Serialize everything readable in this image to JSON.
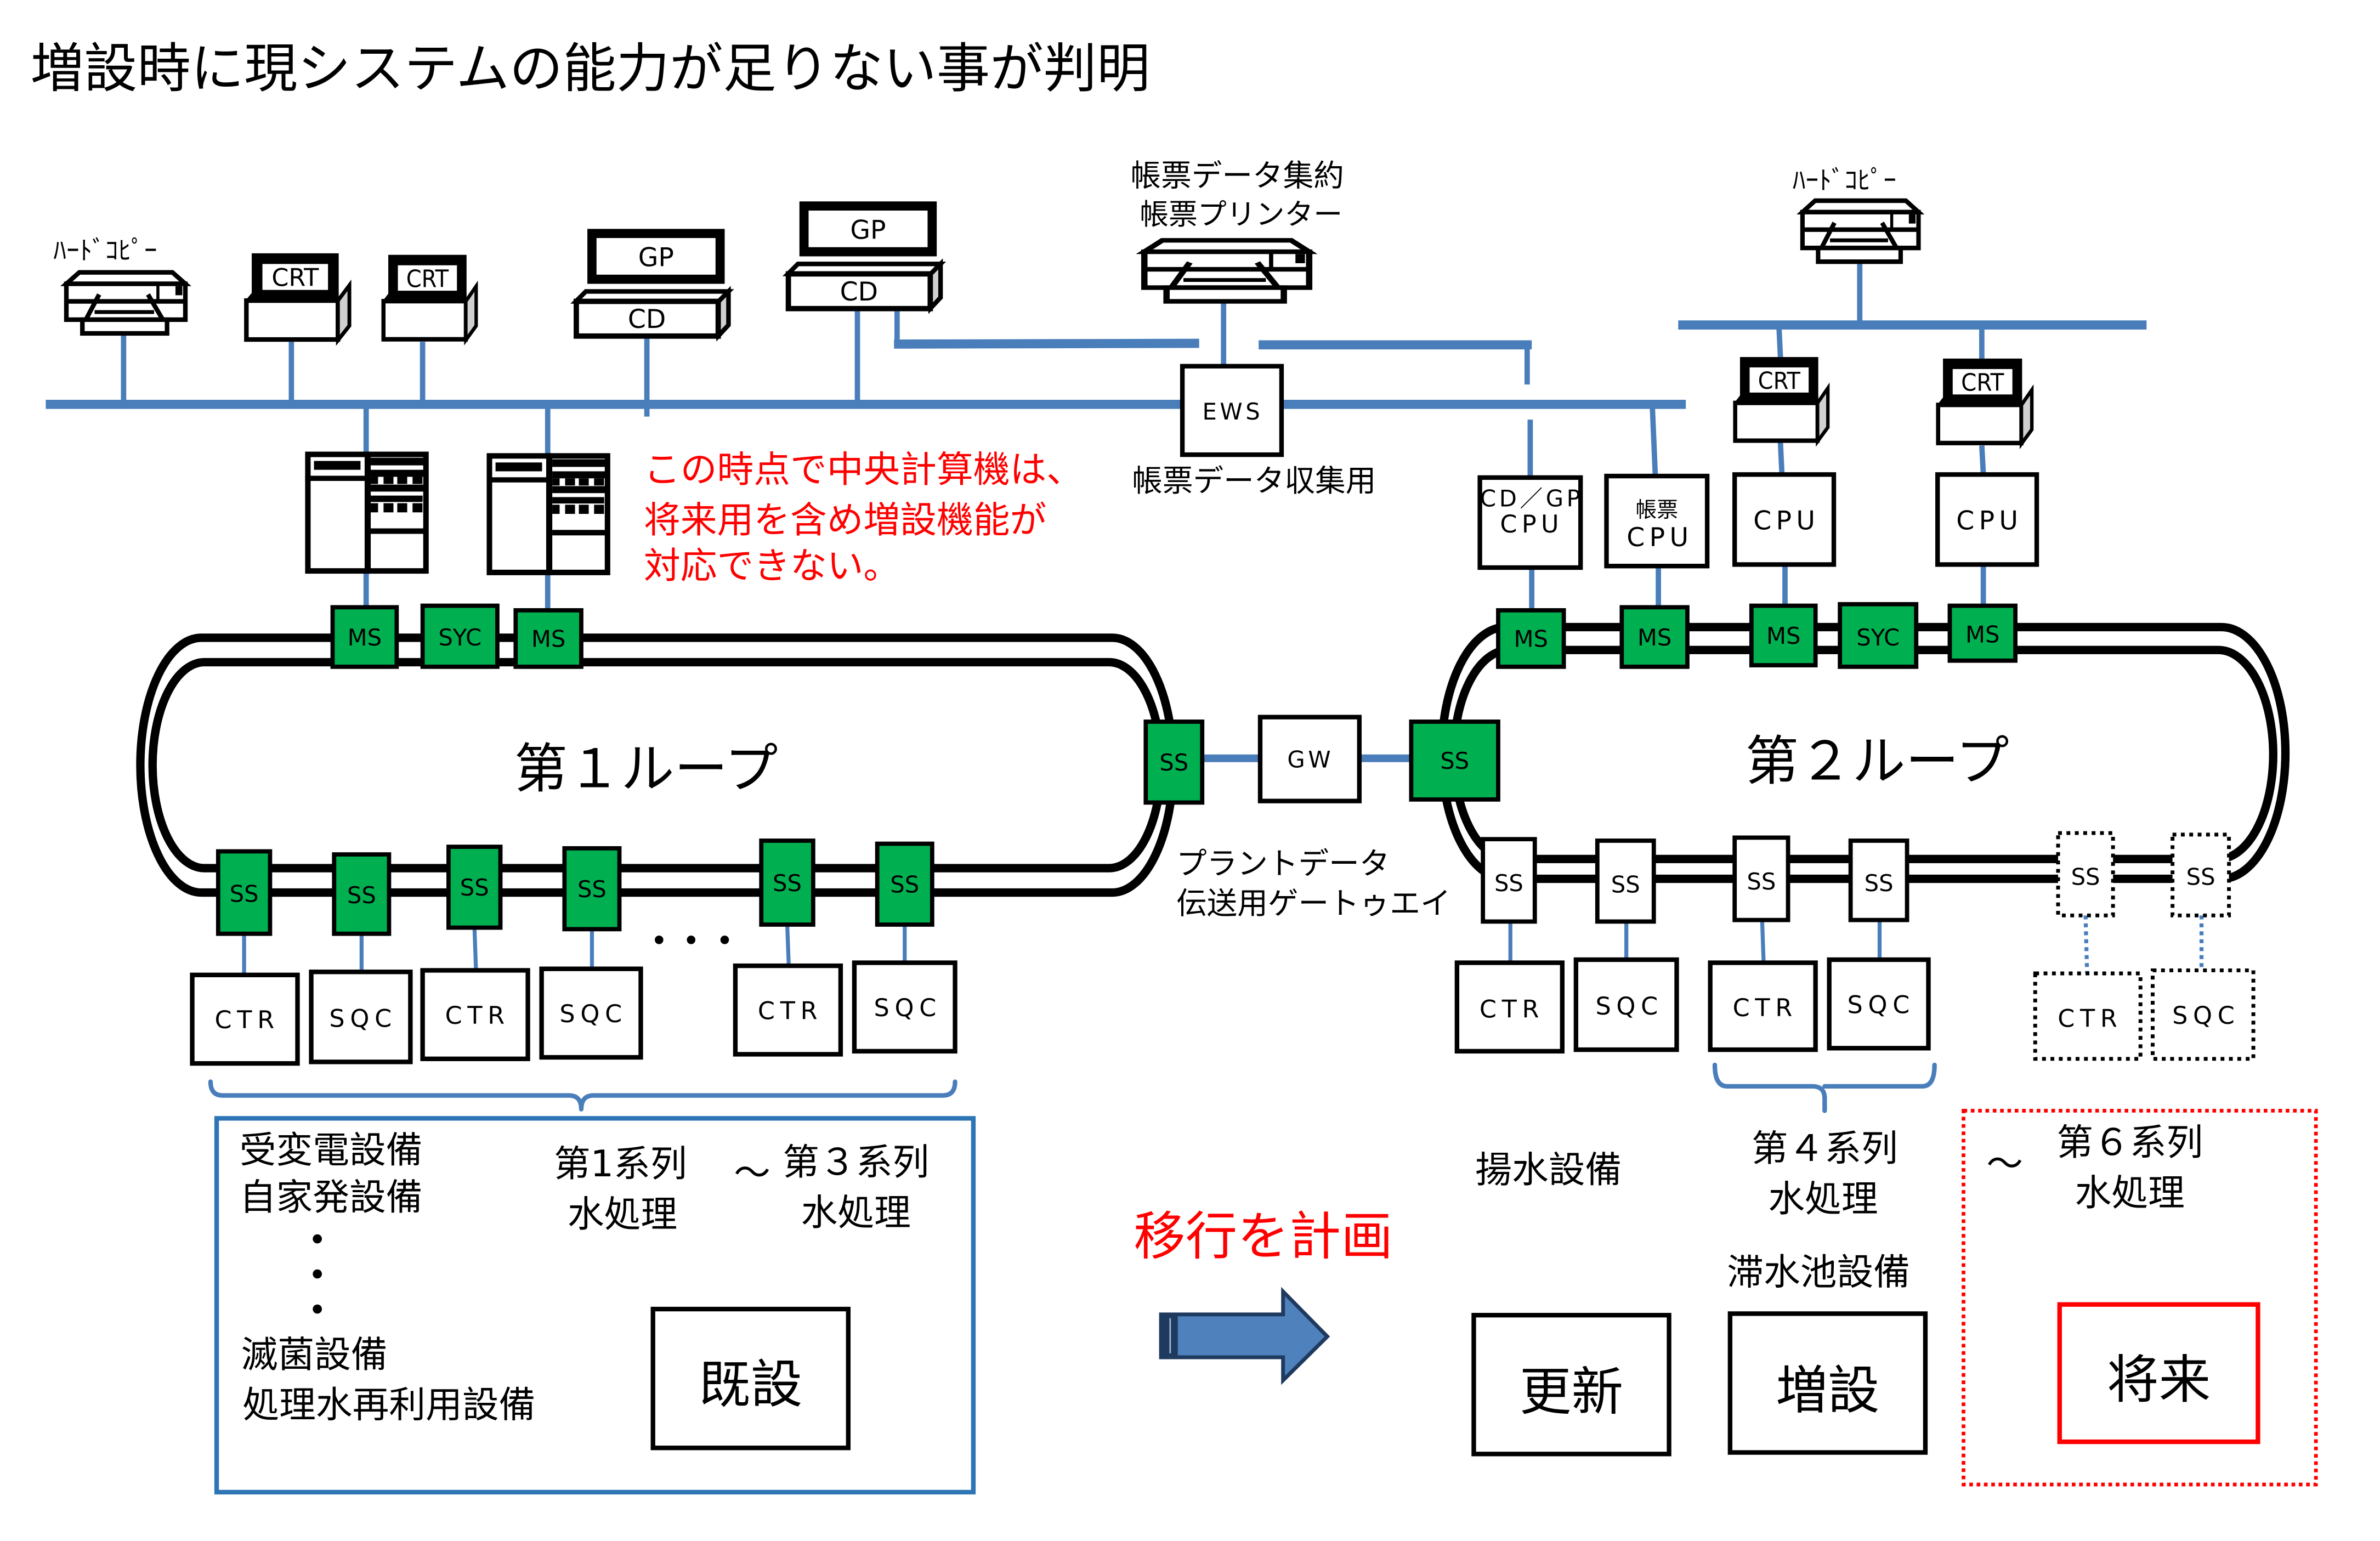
{
  "slide_title": "増設時に現システムの能力が足りない事が判明",
  "colors": {
    "network_line": "#4a7ebb",
    "station_green": "#00b050",
    "alert_red": "#ff0000",
    "existing_frame_blue": "#2e75b6",
    "arrow_fill": "#4f81bd",
    "arrow_outline": "#1f3a5f"
  },
  "upper_network_1": {
    "hard_copy_label": "ﾊｰﾄﾞｺﾋﾟｰ",
    "crt_terminals": [
      "CRT",
      "CRT"
    ],
    "workstations": [
      {
        "monitor": "GP",
        "console": "CD"
      },
      {
        "monitor": "GP",
        "console": "CD"
      }
    ]
  },
  "report_system": {
    "caption_line1": "帳票データ集約",
    "caption_line2": "帳票プリンター",
    "ews_label": "EWS",
    "ews_caption": "帳票データ収集用"
  },
  "upper_network_2": {
    "hard_copy_label": "ﾊｰﾄﾞｺﾋﾟｰ",
    "crt_terminals": [
      "CRT",
      "CRT"
    ],
    "cpus": [
      {
        "top": "CD／GP",
        "bottom": "CPU"
      },
      {
        "top": "帳票",
        "bottom": "CPU"
      },
      {
        "bottom": "CPU"
      },
      {
        "bottom": "CPU"
      }
    ]
  },
  "central_computer_note": {
    "lines": [
      "この時点で中央計算機は、",
      "将来用を含め増設機能が",
      "対応できない。"
    ]
  },
  "loop1": {
    "label": "第１ループ",
    "top_stations": [
      "MS",
      "SYC",
      "MS"
    ],
    "gateway_station": "SS",
    "bottom_stations": [
      {
        "station": "SS",
        "device": "CTR"
      },
      {
        "station": "SS",
        "device": "SQC"
      },
      {
        "station": "SS",
        "device": "CTR"
      },
      {
        "station": "SS",
        "device": "SQC"
      },
      {
        "station": "SS",
        "device": "CTR"
      },
      {
        "station": "SS",
        "device": "SQC"
      }
    ]
  },
  "gateway": {
    "label": "GW",
    "caption_line1": "プラントデータ",
    "caption_line2": "伝送用ゲートゥエイ"
  },
  "loop2": {
    "label": "第２ループ",
    "top_stations": [
      "MS",
      "MS",
      "MS",
      "SYC",
      "MS"
    ],
    "gateway_station": "SS",
    "bottom_stations": [
      {
        "station": "SS",
        "device": "CTR",
        "status": "existing"
      },
      {
        "station": "SS",
        "device": "SQC",
        "status": "existing"
      },
      {
        "station": "SS",
        "device": "CTR",
        "status": "existing"
      },
      {
        "station": "SS",
        "device": "SQC",
        "status": "existing"
      },
      {
        "station": "SS",
        "device": "CTR",
        "status": "future"
      },
      {
        "station": "SS",
        "device": "SQC",
        "status": "future"
      }
    ]
  },
  "existing_facilities": {
    "items_top": [
      "受変電設備",
      "自家発設備"
    ],
    "items_bottom": [
      "滅菌設備",
      "処理水再利用設備"
    ],
    "series_from": {
      "line1": "第1系列",
      "line2": "水処理"
    },
    "range_mark": "～",
    "series_to": {
      "line1": "第３系列",
      "line2": "水処理"
    },
    "category": "既設"
  },
  "migration": {
    "label": "移行を計画"
  },
  "renewal": {
    "facility": "揚水設備",
    "category": "更新"
  },
  "expansion": {
    "series_line1": "第４系列",
    "series_line2": "水処理",
    "facility": "滞水池設備",
    "category": "増設"
  },
  "future": {
    "range_mark": "～",
    "series_line1": "第６系列",
    "series_line2": "水処理",
    "category": "将来"
  }
}
